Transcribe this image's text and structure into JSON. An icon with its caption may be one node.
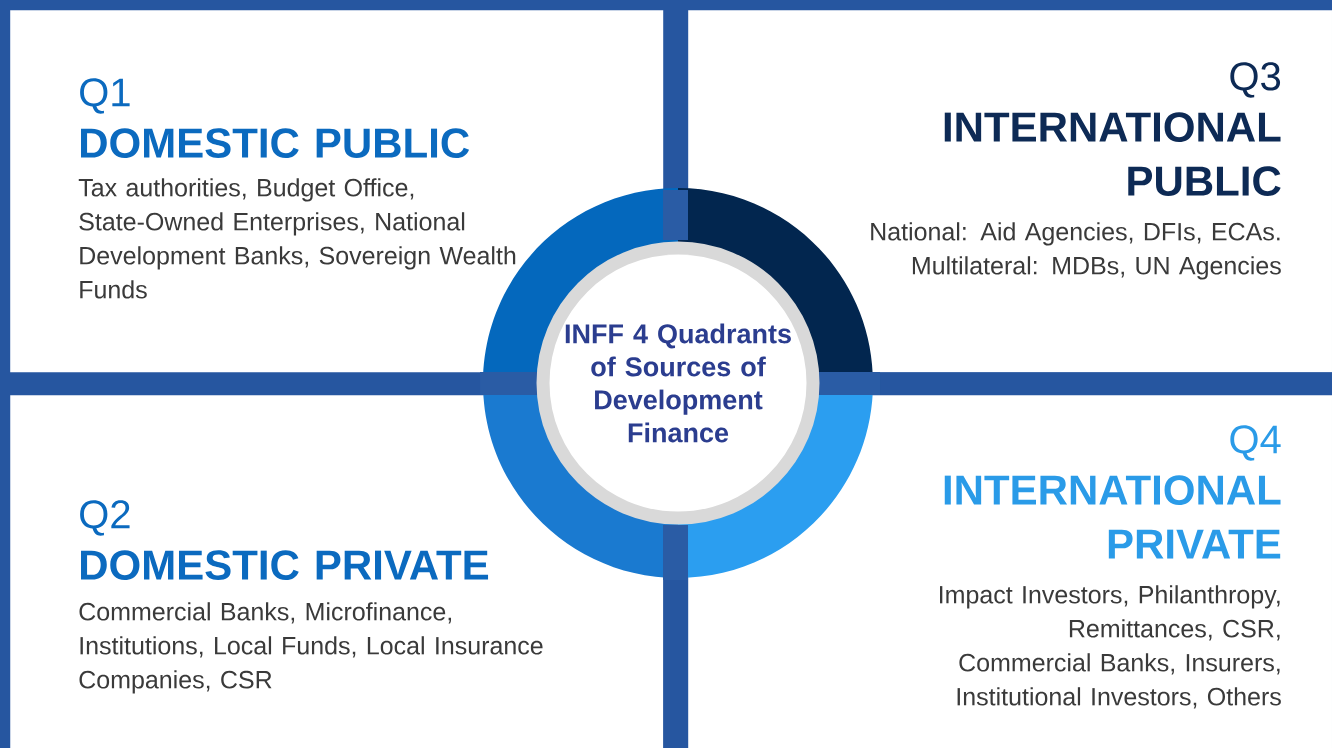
{
  "diagram": {
    "nodes": [
      {
        "text": [
          "Q1",
          "DOMESTIC PUBLIC",
          "Tax authorities, Budget Office, State-Owned Enterprises, National Development Banks, Sovereign Wealth Funds"
        ]
      },
      {
        "text": [
          "Q3",
          "INTERNATIONAL PUBLIC",
          "National: Aid Agencies, DFIs, ECAs. Multilateral: MDBs, UN Agencies"
        ]
      },
      {
        "text": [
          "INFF 4 Quadrants of Sources of Development Finance"
        ]
      },
      {
        "text": [
          "Q2",
          "DOMESTIC PRIVATE",
          "Commercial Banks, Microfinance, Institutions, Local Funds, Local Insurance Companies, CSR"
        ]
      },
      {
        "text": [
          "Q4",
          "INTERNATIONAL PRIVATE",
          "Impact Investors, Philanthropy, Remittances, CSR, Commercial Banks, Insurers, Institutional Investors, Others"
        ]
      }
    ]
  }
}
